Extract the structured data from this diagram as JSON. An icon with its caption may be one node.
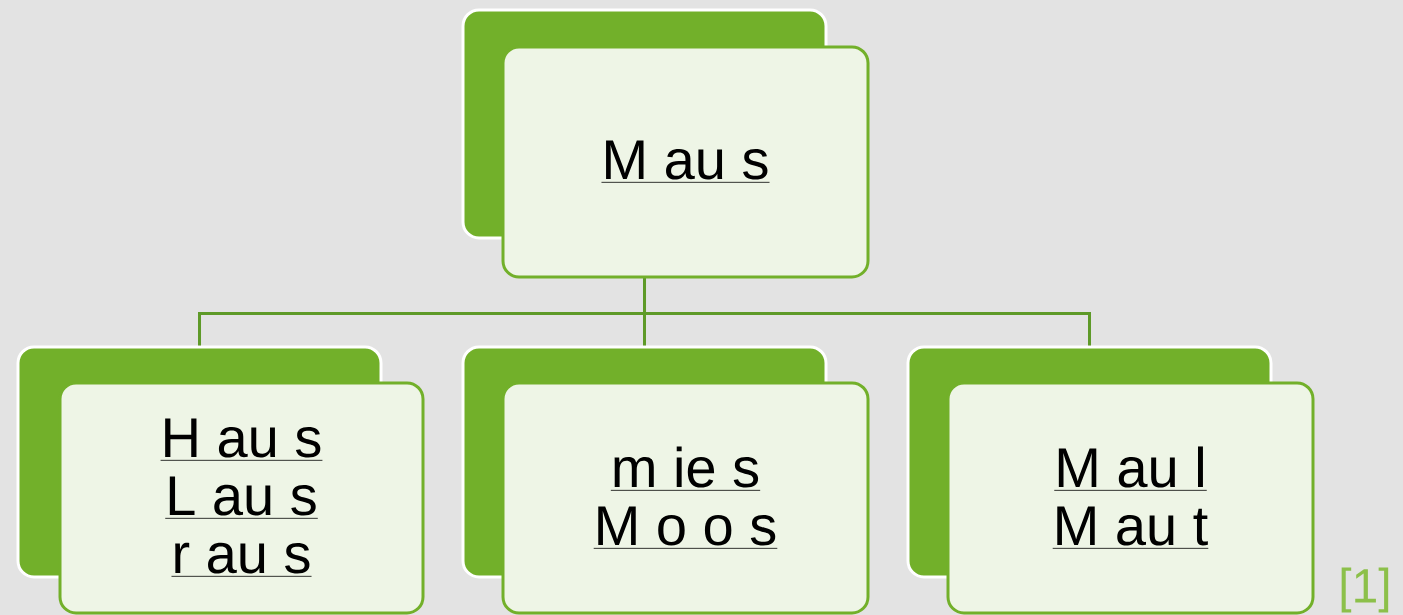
{
  "diagram": {
    "nodes": [
      {
        "text": [
          "M au s"
        ]
      },
      {
        "text": [
          "H au s",
          "L au s",
          "r au s"
        ]
      },
      {
        "text": [
          "m ie s",
          "M o o s"
        ]
      },
      {
        "text": [
          "M au l",
          "M au t"
        ]
      }
    ],
    "edges": [
      {
        "from": 0,
        "to": 1,
        "arrow": "none"
      },
      {
        "from": 0,
        "to": 2,
        "arrow": "none"
      },
      {
        "from": 0,
        "to": 3,
        "arrow": "none"
      }
    ],
    "labels": [
      "[1]"
    ]
  }
}
